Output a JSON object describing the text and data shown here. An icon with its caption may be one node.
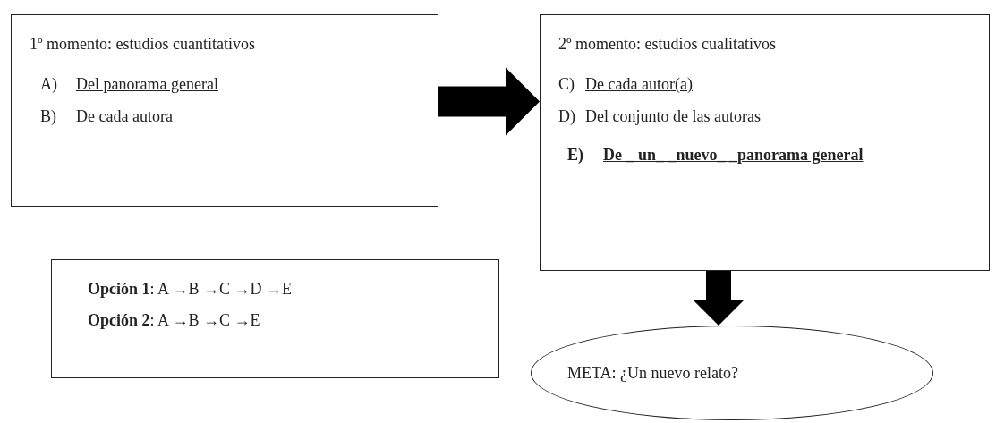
{
  "diagram": {
    "nodes": [
      {
        "text": [
          "1º momento: estudios cuantitativos",
          "A) Del panorama general",
          "B) De cada autora"
        ]
      },
      {
        "text": [
          "2º momento: estudios cualitativos",
          "C) De cada autor(a)",
          "D) Del conjunto de las autoras",
          "E) De _ un_ _nuevo_ _panorama general"
        ]
      },
      {
        "text": [
          "**Opción 1**: A →B →C →D →E",
          "**Opción 2**: A →B →C →E"
        ]
      },
      {
        "text": [
          "META: ¿Un nuevo relato?"
        ]
      }
    ],
    "edges": [
      {
        "from": 0,
        "to": 1,
        "arrow": "to",
        "style": "thick"
      },
      {
        "from": 1,
        "to": 3,
        "arrow": "to",
        "style": "thick"
      }
    ]
  }
}
